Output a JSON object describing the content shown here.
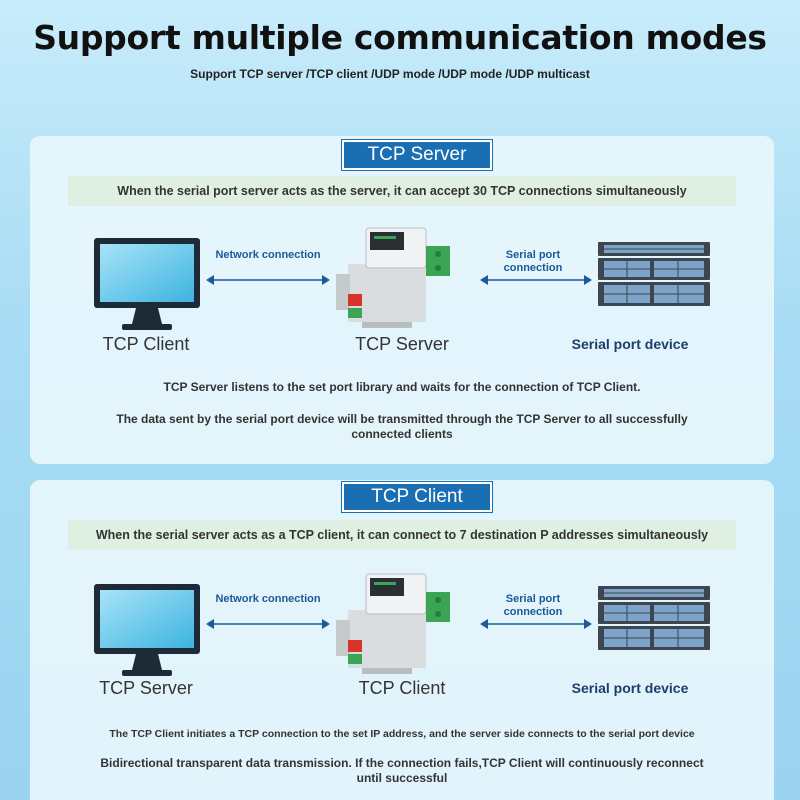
{
  "header": {
    "title": "Support multiple communication modes",
    "subtitle": "Support TCP server /TCP client /UDP mode /UDP mode /UDP multicast"
  },
  "colors": {
    "accent": "#1a6fb4",
    "band": "#dff0e3",
    "arrow": "#1a5a98",
    "device_green": "#3aa655",
    "device_red": "#d8342a"
  },
  "icons": [
    "monitor-icon",
    "serial-server-device-icon",
    "server-rack-icon",
    "double-arrow-icon"
  ],
  "sections": [
    {
      "mode": "TCP Server",
      "description": "When the serial port server acts as the server, it can accept 30 TCP connections simultaneously",
      "left_node": "TCP Client",
      "center_node": "TCP Server",
      "right_node": "Serial port device",
      "left_connection": "Network connection",
      "right_connection": "Serial port connection",
      "notes": [
        "TCP Server listens to the set port library and waits for the connection of TCP Client.",
        "The data sent by the serial port device will be transmitted through the TCP Server to all successfully connected clients"
      ]
    },
    {
      "mode": "TCP Client",
      "description": "When the serial server acts as a TCP client, it can connect to 7 destination P addresses simultaneously",
      "left_node": "TCP Server",
      "center_node": "TCP Client",
      "right_node": "Serial port device",
      "left_connection": "Network connection",
      "right_connection": "Serial port connection",
      "notes": [
        "The TCP Client initiates a TCP connection to the set IP address, and the server side connects to the serial port device",
        "Bidirectional transparent data transmission. If the connection fails,TCP Client will continuously reconnect until successful"
      ]
    }
  ]
}
